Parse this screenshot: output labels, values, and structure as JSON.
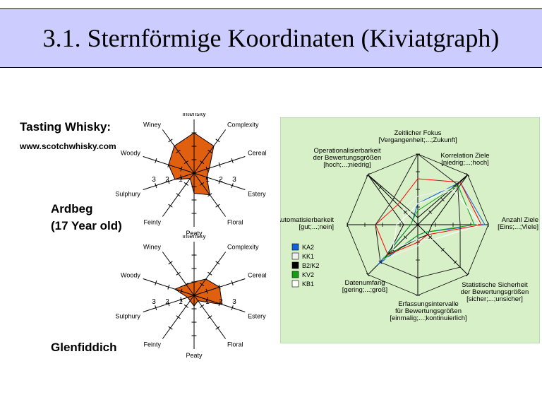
{
  "slide": {
    "title": "3.1. Sternförmige Koordinaten (Kiviatgraph)"
  },
  "left": {
    "heading": "Tasting Whisky:",
    "source": "www.scotchwhisky.com",
    "whisky1": [
      "Ardbeg",
      "(17 Year old)"
    ],
    "whisky2": "Glenfiddich"
  },
  "chart_data": [
    {
      "type": "radar",
      "name": "Ardbeg",
      "axes": [
        "Intensity",
        "Complexity",
        "Cereal",
        "Estery",
        "Floral",
        "Peaty",
        "Feinty",
        "Sulphury",
        "Woody",
        "Winey"
      ],
      "angles_deg": [
        90,
        54,
        18,
        -18,
        -54,
        -90,
        -126,
        -162,
        162,
        126
      ],
      "range": [
        0,
        4
      ],
      "tick_labels": [
        "1",
        "2",
        "3"
      ],
      "values": [
        3.0,
        2.5,
        1.2,
        1.0,
        2.0,
        1.5,
        0.5,
        1.5,
        2.0,
        2.5
      ],
      "fill_color": "#e06010"
    },
    {
      "type": "radar",
      "name": "Glenfiddich",
      "axes": [
        "Intensity",
        "Complexity",
        "Cereal",
        "Estery",
        "Floral",
        "Peaty",
        "Feinty",
        "Sulphury",
        "Woody",
        "Winey"
      ],
      "angles_deg": [
        90,
        54,
        18,
        -18,
        -54,
        -90,
        -126,
        -162,
        162,
        126
      ],
      "range": [
        0,
        4
      ],
      "tick_labels": [
        "1",
        "2",
        "3"
      ],
      "values": [
        1.0,
        1.5,
        2.0,
        2.2,
        0.5,
        0.8,
        0.5,
        0.5,
        1.5,
        1.0
      ],
      "fill_color": "#e06010"
    },
    {
      "type": "radar",
      "background": "#d8f0c8",
      "axes": [
        {
          "lines": [
            "Zeitlicher Fokus",
            "[Vergangenheit;...;Zukunft]"
          ],
          "angle": 90
        },
        {
          "lines": [
            "Korrelation Ziele",
            "[niedrig;...;hoch]"
          ],
          "angle": 45
        },
        {
          "lines": [
            "Anzahl Ziele",
            "[Eins;...;Viele]"
          ],
          "angle": 0
        },
        {
          "lines": [
            "Statistische Sicherheit",
            "der Bewertungsgrößen",
            "[sicher;...;unsicher]"
          ],
          "angle": -45
        },
        {
          "lines": [
            "Erfassungsintervalle",
            "für Bewertungsgrößen",
            "[einmalig;...;kontinuierlich]"
          ],
          "angle": -90
        },
        {
          "lines": [
            "Datenumfang",
            "[gering;...;groß]"
          ],
          "angle": -135
        },
        {
          "lines": [
            "Automatisierbarkeit",
            "[gut;...;nein]"
          ],
          "angle": 180
        },
        {
          "lines": [
            "Operationalisierbarkeit",
            "der Bewertungsgrößen",
            "[hoch;...;niedrig]"
          ],
          "angle": 135
        }
      ],
      "range": [
        0,
        1
      ],
      "legend": [
        {
          "label": "KA2",
          "color": "#1060e0"
        },
        {
          "label": "KK1",
          "color": "#f0f0f0"
        },
        {
          "label": "B2/K2",
          "color": "#000000"
        },
        {
          "label": "KV2",
          "color": "#10a010"
        },
        {
          "label": "KB1",
          "color": "#ffffff"
        }
      ],
      "series": [
        {
          "name": "KA2",
          "color": "#1060e0",
          "values": [
            0.3,
            0.85,
            0.95,
            0.15,
            0.15,
            0.8,
            0.1,
            0.1
          ]
        },
        {
          "name": "KK1",
          "color": "#f0f0f0",
          "values": [
            0.4,
            0.75,
            0.85,
            0.2,
            0.3,
            0.7,
            0.2,
            0.3
          ]
        },
        {
          "name": "B2/K2",
          "color": "#000000",
          "values": [
            0.1,
            1.0,
            0.2,
            0.2,
            0.2,
            0.6,
            0.2,
            1.0
          ]
        },
        {
          "name": "KV2",
          "color": "#10a010",
          "values": [
            0.2,
            0.8,
            0.8,
            0.15,
            0.15,
            0.7,
            0.1,
            0.1
          ]
        },
        {
          "name": "KB1",
          "color": "#ffffff",
          "values": [
            0.3,
            0.7,
            0.9,
            0.3,
            0.2,
            0.5,
            0.3,
            0.2
          ]
        },
        {
          "name": "",
          "color": "#ff0000",
          "values": [
            0.65,
            0.85,
            0.9,
            0.2,
            0.25,
            0.6,
            0.6,
            0.4
          ]
        },
        {
          "name": "",
          "color": "#222222",
          "values": [
            1.0,
            0.8,
            0.6,
            0.85,
            0.75,
            0.75,
            0.6,
            0.5
          ]
        }
      ]
    }
  ]
}
